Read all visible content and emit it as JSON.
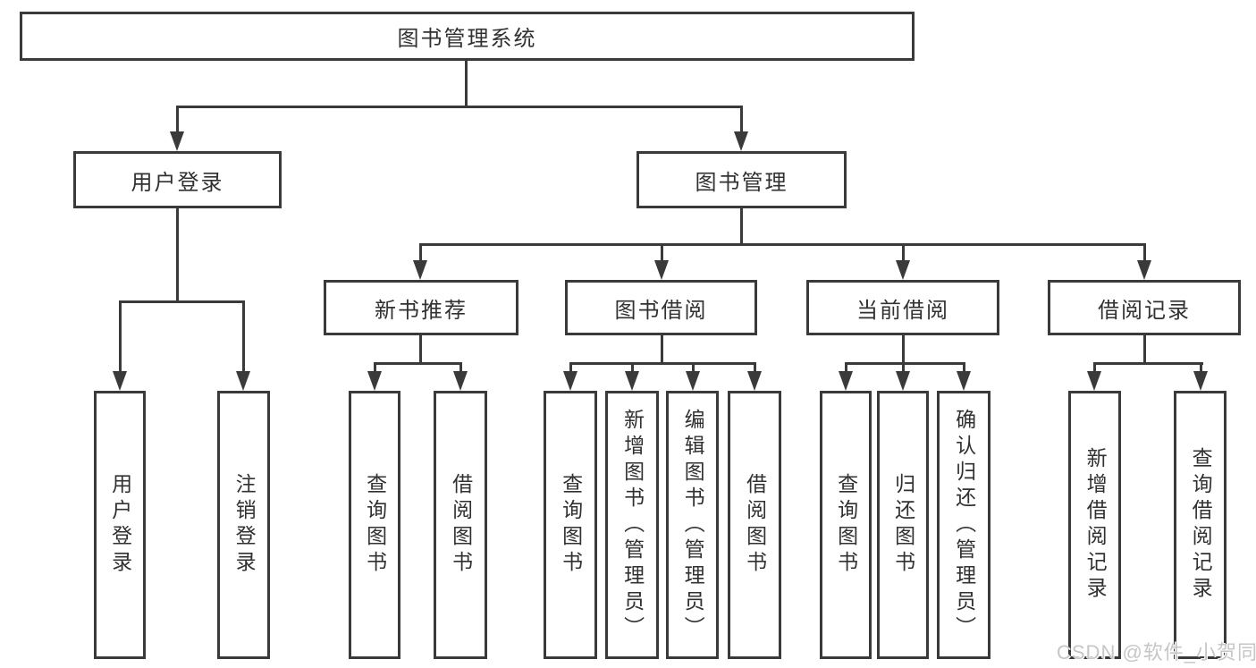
{
  "colors": {
    "line": "#3a3a3a",
    "text": "#313131",
    "background": "#ffffff",
    "watermark_text_color": "#c6c6c6"
  },
  "watermark": {
    "text": "CSDN @软件_小贺同学"
  },
  "tree": {
    "root": {
      "label": "图书管理系统",
      "children": [
        {
          "label": "用户登录",
          "children": [
            {
              "label": "用户登录"
            },
            {
              "label": "注销登录"
            }
          ]
        },
        {
          "label": "图书管理",
          "children": [
            {
              "label": "新书推荐",
              "children": [
                {
                  "label": "查询图书"
                },
                {
                  "label": "借阅图书"
                }
              ]
            },
            {
              "label": "图书借阅",
              "children": [
                {
                  "label": "查询图书"
                },
                {
                  "label": "新增图书（管理员）"
                },
                {
                  "label": "编辑图书（管理员）"
                },
                {
                  "label": "借阅图书"
                }
              ]
            },
            {
              "label": "当前借阅",
              "children": [
                {
                  "label": "查询图书"
                },
                {
                  "label": "归还图书"
                },
                {
                  "label": "确认归还（管理员）"
                }
              ]
            },
            {
              "label": "借阅记录",
              "children": [
                {
                  "label": "新增借阅记录"
                },
                {
                  "label": "查询借阅记录"
                }
              ]
            }
          ]
        }
      ]
    }
  }
}
